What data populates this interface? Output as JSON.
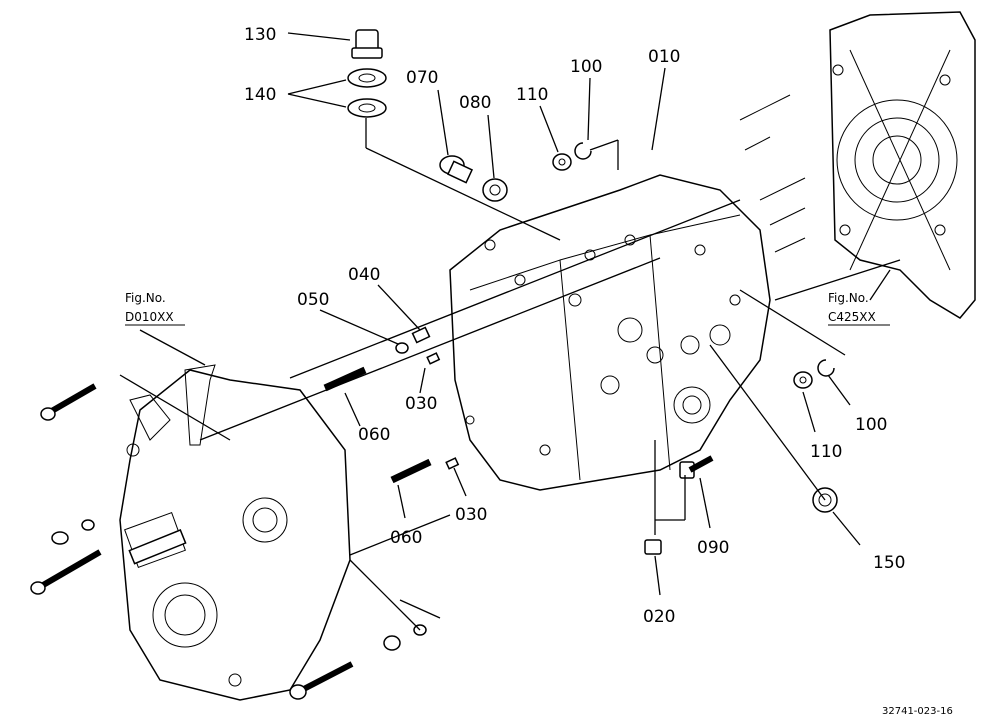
{
  "parts": [
    {
      "id": "p130",
      "label": "130"
    },
    {
      "id": "p140",
      "label": "140"
    },
    {
      "id": "p070",
      "label": "070"
    },
    {
      "id": "p080",
      "label": "080"
    },
    {
      "id": "p110a",
      "label": "110"
    },
    {
      "id": "p100a",
      "label": "100"
    },
    {
      "id": "p010",
      "label": "010"
    },
    {
      "id": "p040",
      "label": "040"
    },
    {
      "id": "p050",
      "label": "050"
    },
    {
      "id": "p030a",
      "label": "030"
    },
    {
      "id": "p060a",
      "label": "060"
    },
    {
      "id": "p030b",
      "label": "030"
    },
    {
      "id": "p060b",
      "label": "060"
    },
    {
      "id": "p110b",
      "label": "110"
    },
    {
      "id": "p100b",
      "label": "100"
    },
    {
      "id": "p150",
      "label": "150"
    },
    {
      "id": "p090",
      "label": "090"
    },
    {
      "id": "p020",
      "label": "020"
    }
  ],
  "refs": {
    "left": {
      "title": "Fig.No.",
      "code": "D010XX"
    },
    "right": {
      "title": "Fig.No.",
      "code": "C425XX"
    }
  },
  "drawing_number": "32741-023-16"
}
